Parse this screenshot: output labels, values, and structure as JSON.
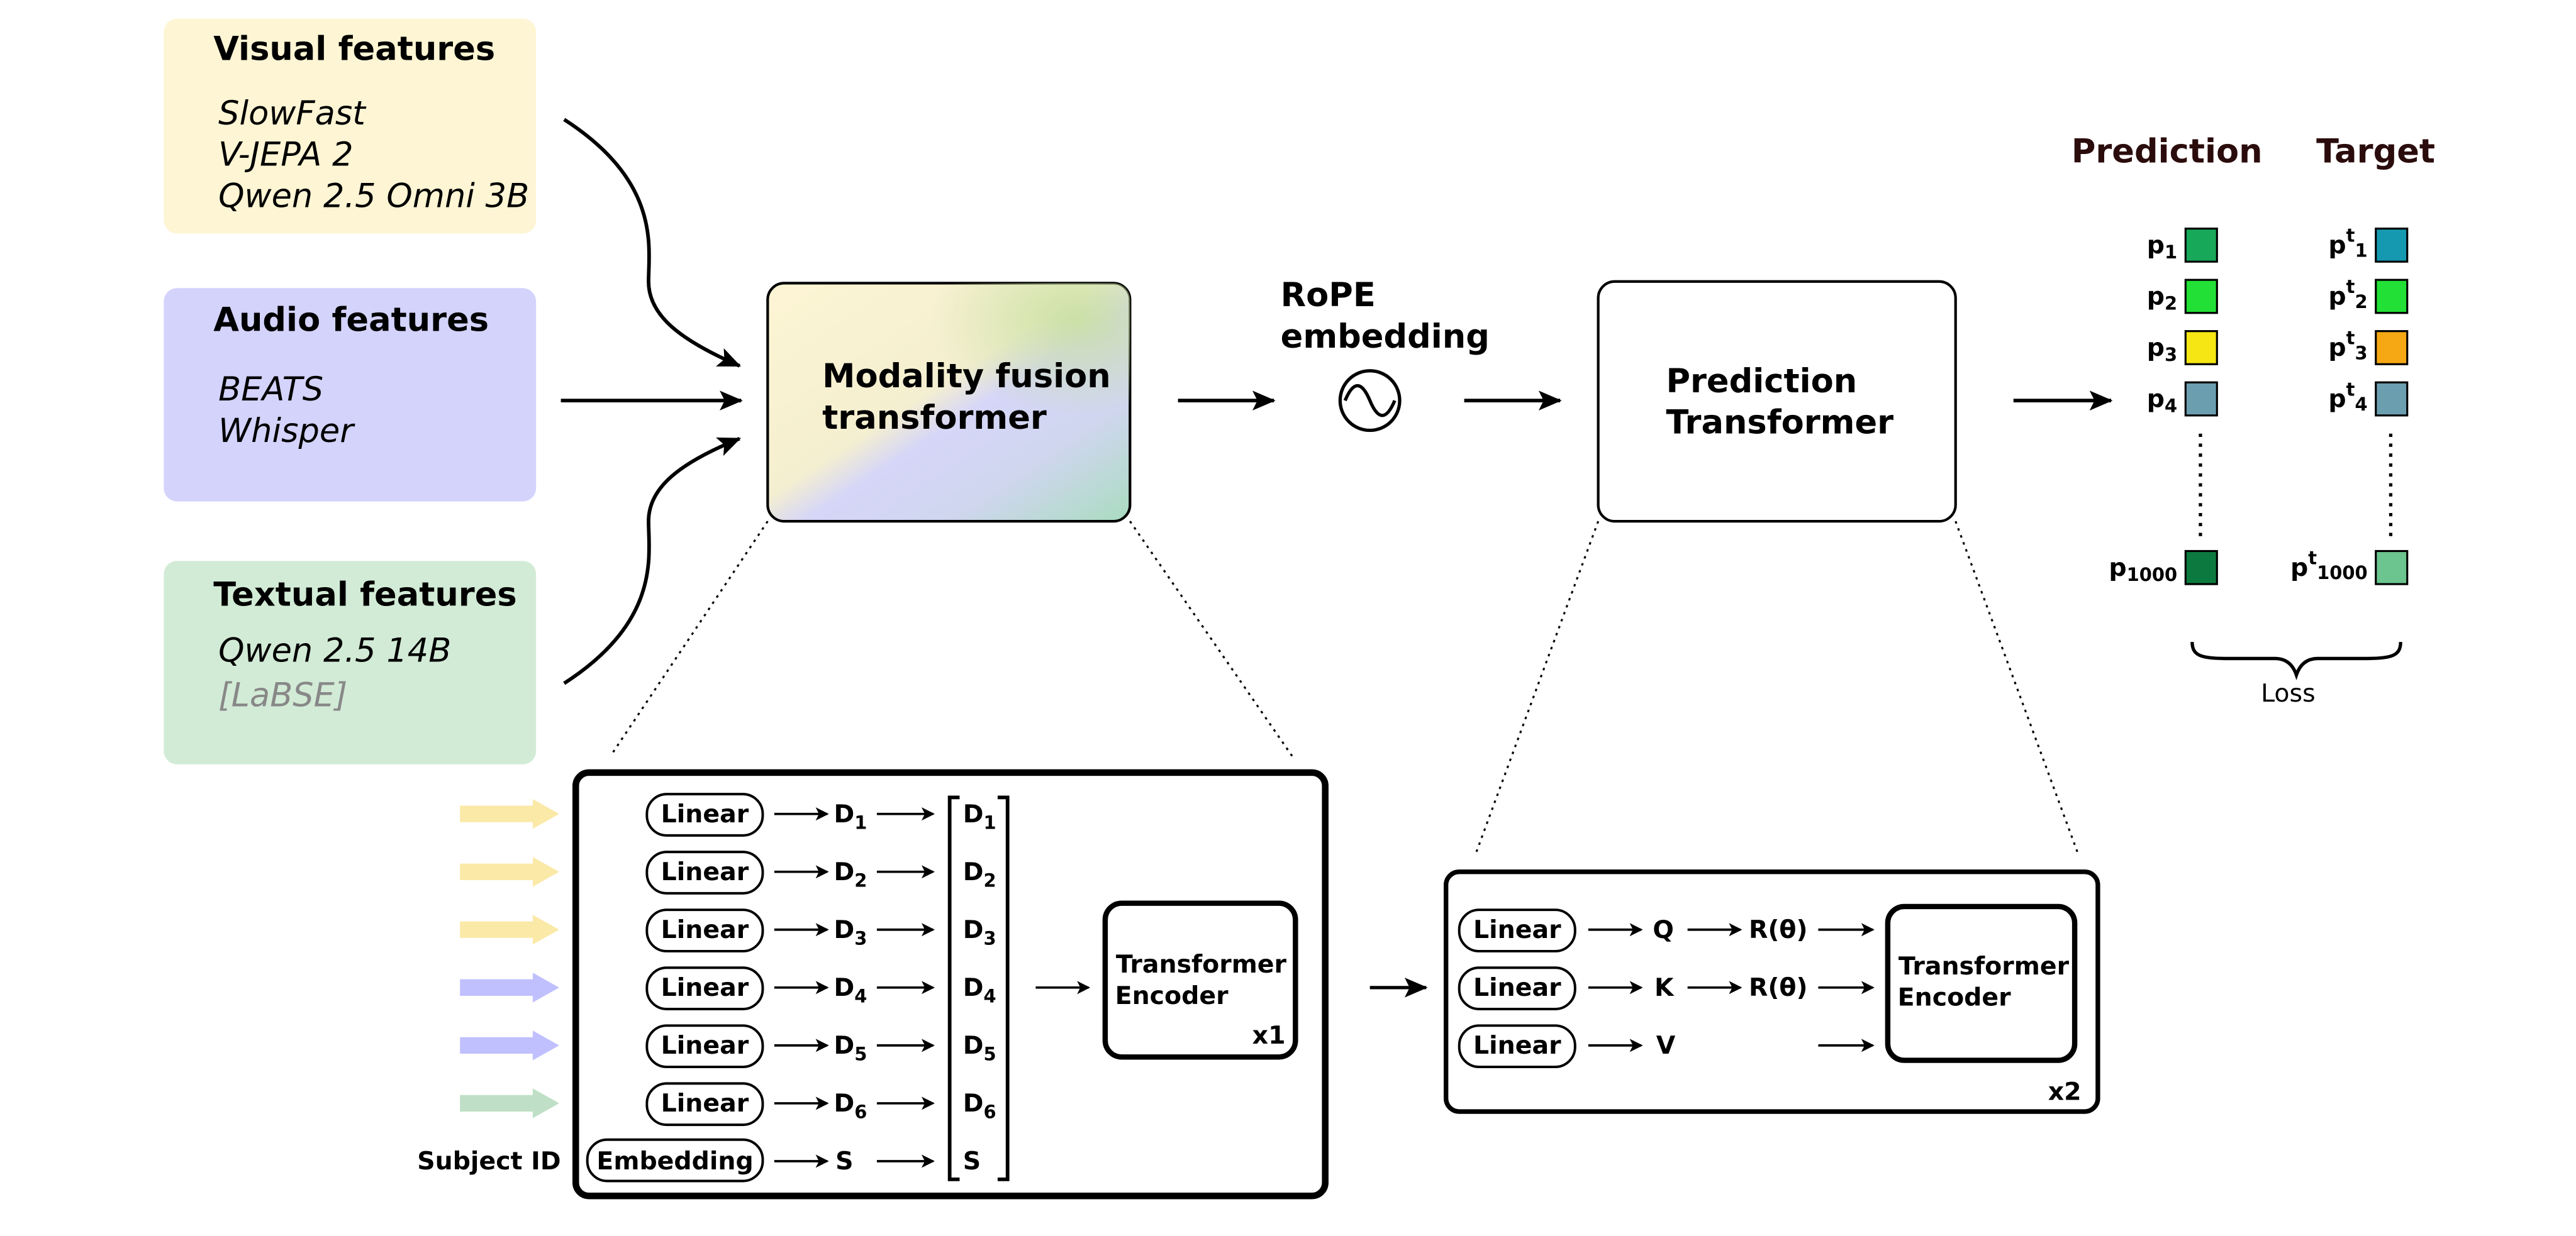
{
  "features": {
    "visual": {
      "title": "Visual features",
      "items": [
        "SlowFast",
        "V-JEPA 2",
        "Qwen 2.5 Omni 3B"
      ]
    },
    "audio": {
      "title": "Audio features",
      "items": [
        "BEATS",
        "Whisper"
      ]
    },
    "textual": {
      "title": "Textual features",
      "items": [
        "Qwen 2.5 14B"
      ],
      "muted_item": "[LaBSE]"
    }
  },
  "modality_fusion": {
    "line1": "Modality fusion",
    "line2": "transformer"
  },
  "rope": {
    "line1": "RoPE",
    "line2": "embedding"
  },
  "prediction_transformer": {
    "line1": "Prediction",
    "line2": "Transformer"
  },
  "outputs": {
    "prediction_header": "Prediction",
    "target_header": "Target",
    "pred_labels": [
      "p",
      "p",
      "p",
      "p",
      "p"
    ],
    "pred_subs": [
      "1",
      "2",
      "3",
      "4",
      "1000"
    ],
    "target_labels": [
      "p",
      "p",
      "p",
      "p",
      "p"
    ],
    "target_sups": [
      "t",
      "t",
      "t",
      "t",
      "t"
    ],
    "target_subs": [
      "1",
      "2",
      "3",
      "4",
      "1000"
    ],
    "pred_colors": [
      "#18a85a",
      "#22e035",
      "#f5e614",
      "#6b9fb0",
      "#0c7a3e"
    ],
    "target_colors": [
      "#1599b0",
      "#22e035",
      "#f5a814",
      "#6b9fb0",
      "#6cc48e"
    ],
    "loss": "Loss"
  },
  "fusion_detail": {
    "linear": "Linear",
    "embedding": "Embedding",
    "subject_id": "Subject ID",
    "d_label": "D",
    "d_subs": [
      "1",
      "2",
      "3",
      "4",
      "5",
      "6"
    ],
    "s_label": "S",
    "encoder_line1": "Transformer",
    "encoder_line2": "Encoder",
    "encoder_count": "x1",
    "input_arrow_colors": [
      "#fbe9a8",
      "#fbe9a8",
      "#fbe9a8",
      "#c0c0ff",
      "#c0c0ff",
      "#bfe0c6"
    ]
  },
  "prediction_detail": {
    "linear": "Linear",
    "q": "Q",
    "k": "K",
    "v": "V",
    "rotary": "R(θ)",
    "encoder_line1": "Transformer",
    "encoder_line2": "Encoder",
    "block_count": "x2"
  },
  "colors": {
    "visual_bg": "#fdf5d4",
    "audio_bg": "#d3d3fc",
    "textual_bg": "#d2ebd6",
    "header_text": "#2b0c0c",
    "muted_text": "#888888"
  }
}
